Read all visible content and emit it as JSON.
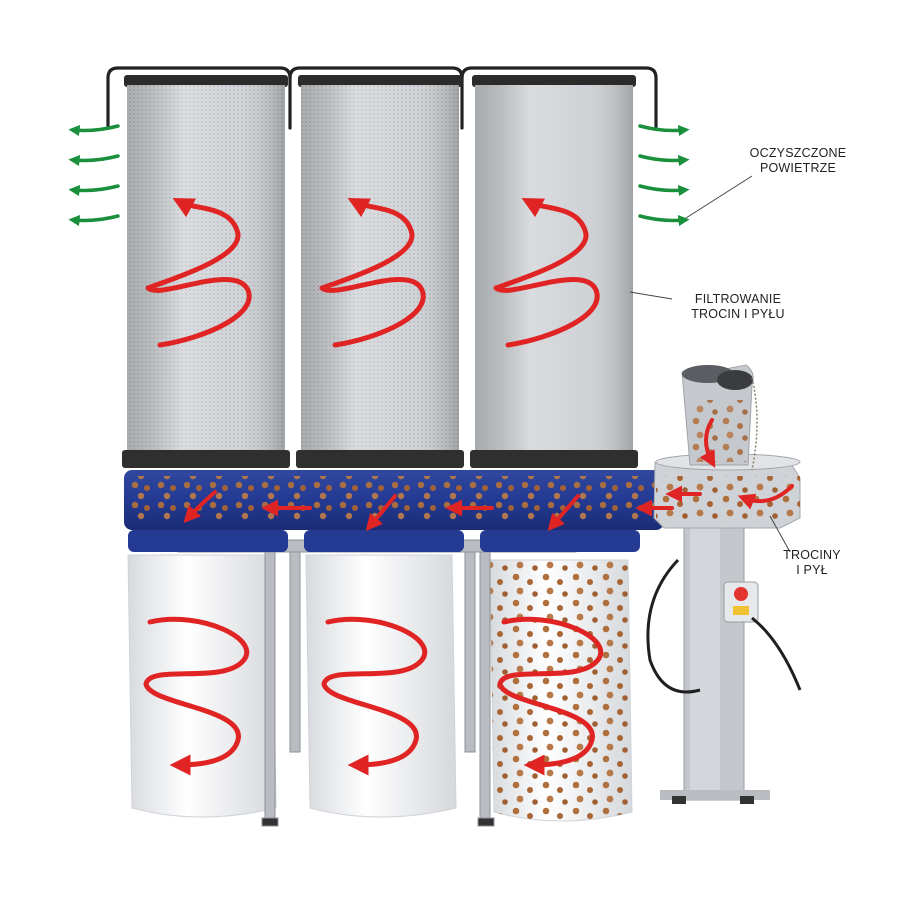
{
  "labels": {
    "clean_air": [
      "OCZYSZCZONE",
      "POWIETRZE"
    ],
    "filtering": [
      "FILTROWANIE",
      "TROCIN I PYŁU"
    ],
    "dust": [
      "TROCINY",
      "I PYŁ"
    ]
  },
  "colors": {
    "flow_arrow": "#e02424",
    "air_arrow": "#1a8f3c",
    "housing_blue": "#243a93",
    "filter_grey": "#c9ccd0",
    "bag_white": "#f4f5f7",
    "dust_brown": "#b0703e",
    "frame_grey": "#b9bcc1"
  },
  "filters": 3,
  "bags": 3
}
